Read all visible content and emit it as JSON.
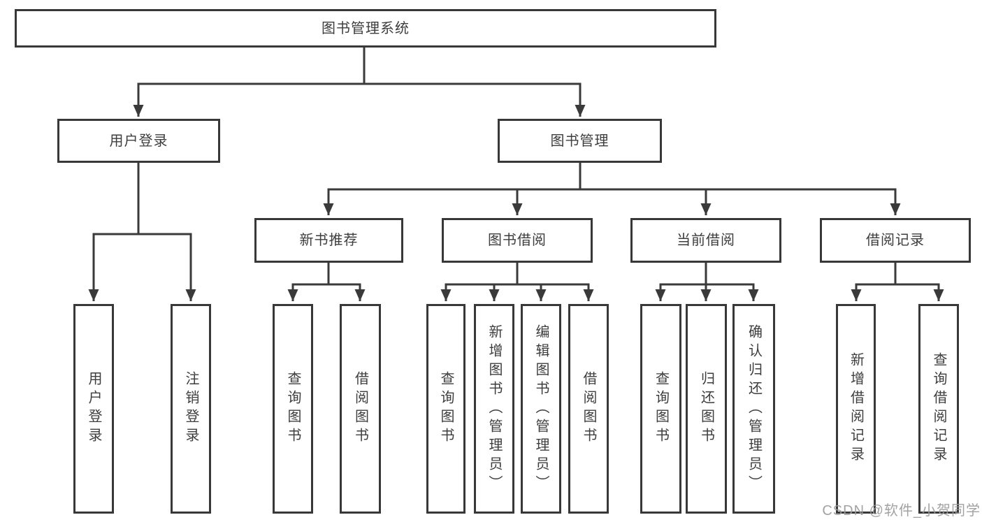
{
  "diagram": {
    "root": {
      "label": "图书管理系统"
    },
    "level2": [
      {
        "label": "用户登录"
      },
      {
        "label": "图书管理"
      }
    ],
    "level3": [
      {
        "label": "新书推荐"
      },
      {
        "label": "图书借阅"
      },
      {
        "label": "当前借阅"
      },
      {
        "label": "借阅记录"
      }
    ],
    "leaves": {
      "user_login": [
        "用户登录",
        "注销登录"
      ],
      "new_book_recommend": [
        "查询图书",
        "借阅图书"
      ],
      "book_borrow": [
        "查询图书",
        "新增图书（管理员）",
        "编辑图书（管理员）",
        "借阅图书"
      ],
      "current_borrow": [
        "查询图书",
        "归还图书",
        "确认归还（管理员）"
      ],
      "borrow_records": [
        "新增借阅记录",
        "查询借阅记录"
      ]
    }
  },
  "watermark": {
    "text": "CSDN @软件_小贺同学"
  },
  "colors": {
    "line": "#3a3a3a",
    "border": "#383838",
    "text": "#3d3d3d",
    "watermark": "#9b9b9b",
    "background": "#ffffff"
  }
}
